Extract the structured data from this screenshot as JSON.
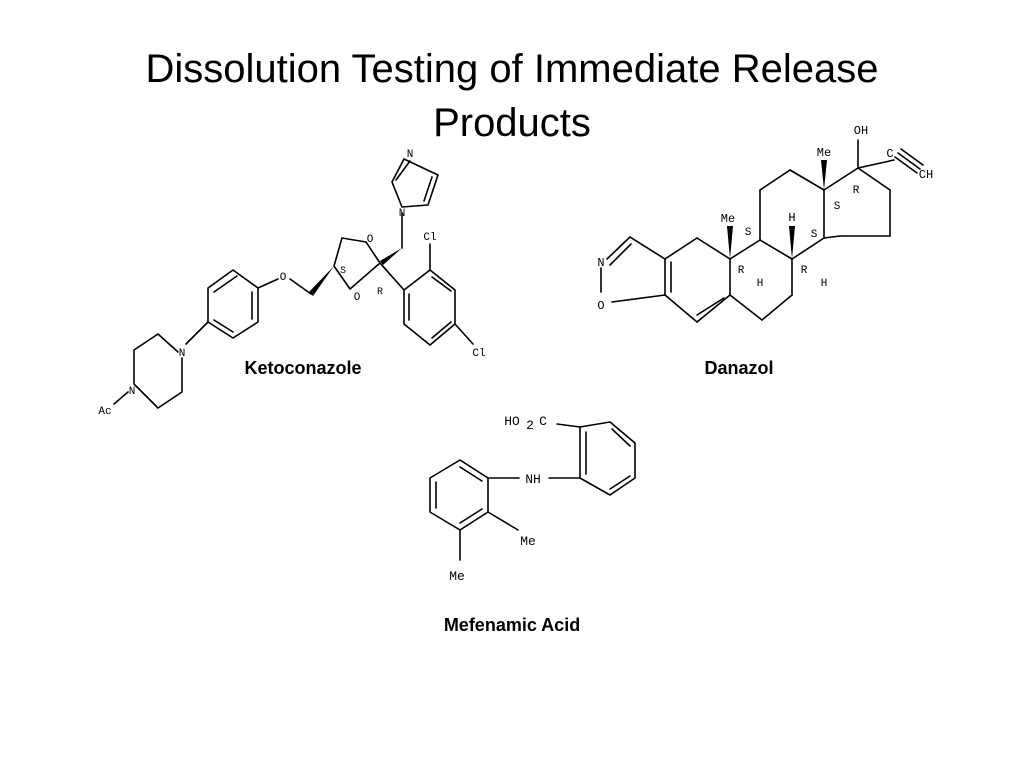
{
  "slide": {
    "title_line1": "Dissolution Testing of Immediate Release",
    "title_line2": "Products"
  },
  "structures": [
    {
      "name": "Ketoconazole",
      "labels": {
        "n_imidazole_top": "N",
        "n_imidazole": "N",
        "o_ring_top": "O",
        "o_ring_bottom": "O",
        "o_ether": "O",
        "stereo_s": "S",
        "stereo_r": "R",
        "cl_top": "Cl",
        "cl_bottom": "Cl",
        "n_piperazine_top": "N",
        "n_piperazine_bottom": "N",
        "acetyl": "Ac"
      }
    },
    {
      "name": "Danazol",
      "labels": {
        "oh": "OH",
        "c_alkyne": "C",
        "ch_alkyne": "CH",
        "me_top": "Me",
        "me_mid": "Me",
        "r_c17": "R",
        "s_c13": "S",
        "h_top": "H",
        "s_c8": "S",
        "s_c14": "S",
        "n_isox": "N",
        "o_isox": "O",
        "r_c10": "R",
        "h_c9": "H",
        "r_c8": "R",
        "h_c14": "H"
      }
    },
    {
      "name": "Mefenamic Acid",
      "labels": {
        "ho": "HO",
        "sub2": "2",
        "c": "C",
        "nh": "NH",
        "me_right": "Me",
        "me_bottom": "Me"
      }
    }
  ]
}
